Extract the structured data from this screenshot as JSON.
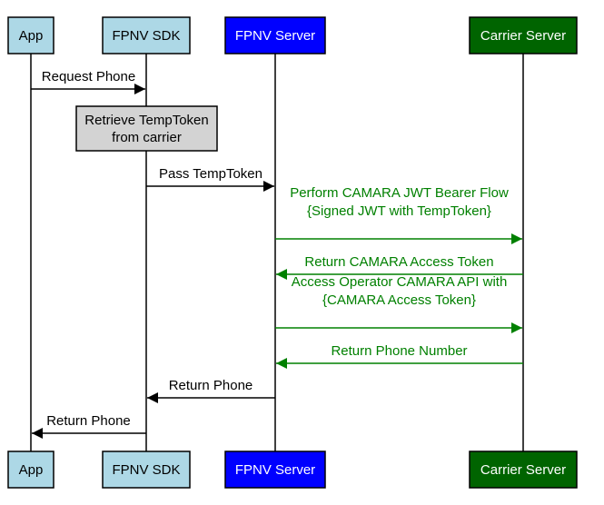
{
  "colors": {
    "app": "#add8e6",
    "sdk": "#add8e6",
    "fpnv_server": "#0000ff",
    "carrier_server": "#006400",
    "carrier_msg": "#008000",
    "note_fill": "#d3d3d3",
    "line": "#000000"
  },
  "actors": [
    {
      "id": "app",
      "label": "App"
    },
    {
      "id": "sdk",
      "label": "FPNV SDK"
    },
    {
      "id": "fpnv",
      "label": "FPNV Server"
    },
    {
      "id": "carrier",
      "label": "Carrier Server"
    }
  ],
  "messages": [
    {
      "from": "app",
      "to": "sdk",
      "lines": [
        "Request Phone"
      ],
      "style": "black"
    },
    {
      "note": true,
      "over": "sdk",
      "lines": [
        "Retrieve TempToken",
        "from carrier"
      ]
    },
    {
      "from": "sdk",
      "to": "fpnv",
      "lines": [
        "Pass TempToken"
      ],
      "style": "black"
    },
    {
      "from": "fpnv",
      "to": "carrier",
      "lines": [
        "Perform CAMARA JWT Bearer Flow",
        "{Signed JWT with TempToken}"
      ],
      "style": "green"
    },
    {
      "from": "carrier",
      "to": "fpnv",
      "lines": [
        "Return CAMARA Access Token"
      ],
      "style": "green"
    },
    {
      "from": "fpnv",
      "to": "carrier",
      "lines": [
        "Access Operator CAMARA API with",
        "{CAMARA Access Token}"
      ],
      "style": "green"
    },
    {
      "from": "carrier",
      "to": "fpnv",
      "lines": [
        "Return Phone Number"
      ],
      "style": "green"
    },
    {
      "from": "fpnv",
      "to": "sdk",
      "lines": [
        "Return Phone"
      ],
      "style": "black"
    },
    {
      "from": "sdk",
      "to": "app",
      "lines": [
        "Return Phone"
      ],
      "style": "black"
    }
  ]
}
